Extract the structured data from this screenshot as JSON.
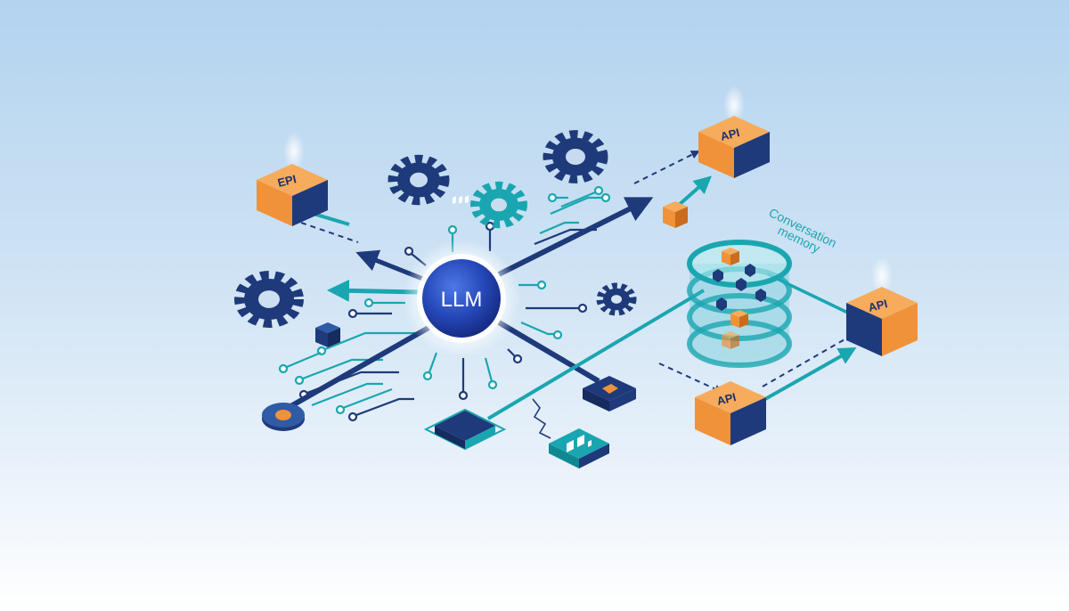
{
  "llm": {
    "label": "LLM"
  },
  "boxes": [
    {
      "id": "box-epi",
      "label": "EPI"
    },
    {
      "id": "box-api-top",
      "label": "API"
    },
    {
      "id": "box-api-right",
      "label": "API"
    },
    {
      "id": "box-api-bottom",
      "label": "API"
    }
  ],
  "memory": {
    "line1": "Conversation",
    "line2": "memory"
  },
  "colors": {
    "navy": "#1e3a7a",
    "navy_dark": "#162b5e",
    "teal": "#1aa6b0",
    "teal_dark": "#118891",
    "orange": "#f0923a",
    "orange_dark": "#c96c1c",
    "sphere": "#2547b8"
  },
  "icons": [
    "gear-icon",
    "cube-icon",
    "chip-icon",
    "circuit-node-icon",
    "arrow-icon"
  ]
}
